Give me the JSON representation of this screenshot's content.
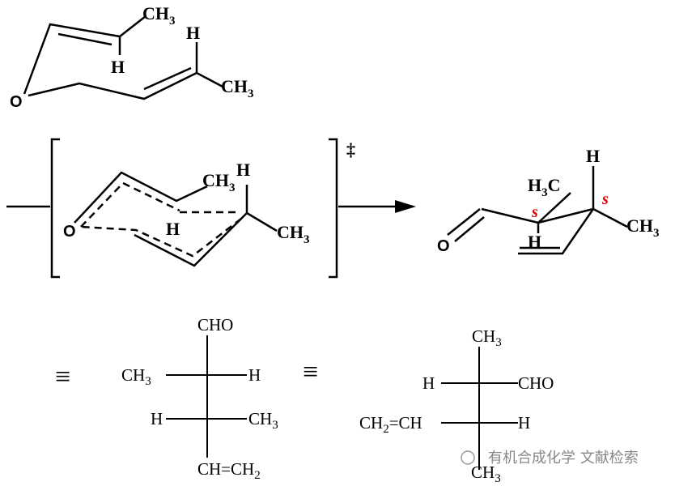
{
  "reactant": {
    "labels": {
      "o": "O",
      "ch3_a": "CH",
      "h_a": "H",
      "h_b": "H",
      "ch3_b": "CH",
      "sub3": "3"
    }
  },
  "transition_state": {
    "dagger": "‡",
    "labels": {
      "o": "O",
      "ch3_a": "CH",
      "h_a": "H",
      "h_b": "H",
      "ch3_b": "CH",
      "sub3": "3"
    }
  },
  "product": {
    "labels": {
      "o": "O",
      "h3c": "H",
      "c": "C",
      "sub3": "3",
      "h_a": "H",
      "h_b": "H",
      "ch3": "CH",
      "stereo_1": "s",
      "stereo_2": "s"
    }
  },
  "equivalence_symbol": "≡",
  "fischer_1": {
    "top": "CHO",
    "row1_left": "CH",
    "row1_right": "H",
    "row2_left": "H",
    "row2_right": "CH",
    "bottom_a": "CH=CH",
    "sub3": "3",
    "sub2": "2"
  },
  "fischer_2": {
    "top": "CH",
    "row1_left": "H",
    "row1_right": "CHO",
    "row2_left_a": "CH",
    "row2_left_b": "=CH",
    "row2_right": "H",
    "bottom": "CH",
    "sub3": "3",
    "sub2": "2"
  },
  "watermark": "有机合成化学 文献检索"
}
